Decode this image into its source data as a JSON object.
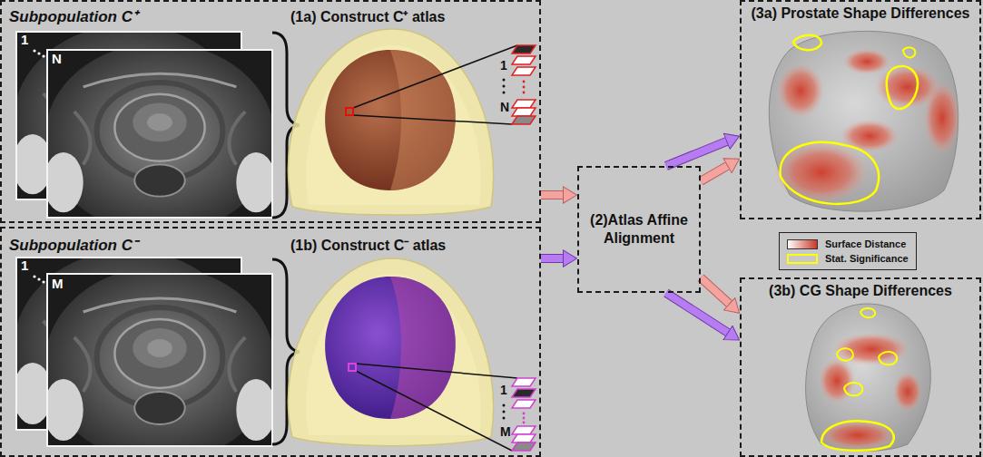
{
  "diagram": {
    "nodes": [
      {
        "text": [
          "Subpopulation C⁺",
          "(1a) Construct C⁺ atlas"
        ]
      },
      {
        "text": [
          "Subpopulation C⁻",
          "(1b) Construct C⁻ atlas"
        ]
      },
      {
        "text": [
          "(2)Atlas Affine Alignment"
        ]
      },
      {
        "text": [
          "(3a) Prostate Shape Differences"
        ]
      },
      {
        "text": [
          "(3b) CG Shape Differences"
        ]
      }
    ],
    "edges": [
      {
        "from": 0,
        "to": 2,
        "arrow": "to"
      },
      {
        "from": 1,
        "to": 2,
        "arrow": "to"
      },
      {
        "from": 2,
        "to": 3,
        "arrow": "to"
      },
      {
        "from": 2,
        "to": 3,
        "arrow": "to"
      },
      {
        "from": 2,
        "to": 4,
        "arrow": "to"
      },
      {
        "from": 2,
        "to": 4,
        "arrow": "to"
      }
    ],
    "labels": [
      "1",
      "N",
      "1",
      "N",
      "1",
      "M",
      "1",
      "M"
    ],
    "legend": [
      {
        "text": "Surface Distance"
      },
      {
        "text": "Stat. Significance"
      }
    ]
  }
}
